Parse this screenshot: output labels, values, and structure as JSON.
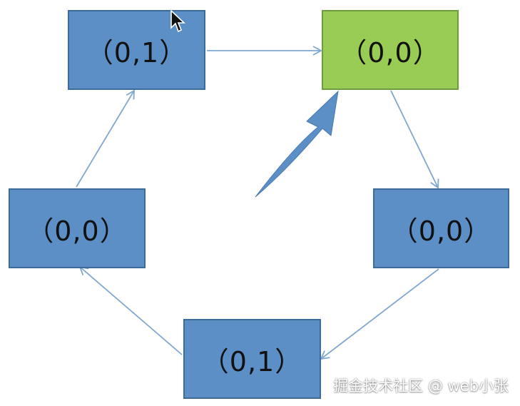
{
  "diagram": {
    "nodes": [
      {
        "id": "n-top-left",
        "label": "（0,1）",
        "color": "#5b8fc5"
      },
      {
        "id": "n-top-right",
        "label": "（0,0）",
        "color": "#99cc55"
      },
      {
        "id": "n-mid-right",
        "label": "（0,0）",
        "color": "#5b8fc5"
      },
      {
        "id": "n-bottom",
        "label": "（0,1）",
        "color": "#5b8fc5"
      },
      {
        "id": "n-mid-left",
        "label": "（0,0）",
        "color": "#5b8fc5"
      }
    ],
    "edges": [
      {
        "from": "n-top-left",
        "to": "n-top-right"
      },
      {
        "from": "n-top-right",
        "to": "n-mid-right"
      },
      {
        "from": "n-mid-right",
        "to": "n-bottom"
      },
      {
        "from": "n-bottom",
        "to": "n-mid-left"
      },
      {
        "from": "n-mid-left",
        "to": "n-top-left"
      }
    ],
    "pointer_arrow_color": "#5b8fc5",
    "edge_color": "#7fa7d2"
  },
  "watermark": {
    "text": "掘金技术社区 @ web小张"
  }
}
